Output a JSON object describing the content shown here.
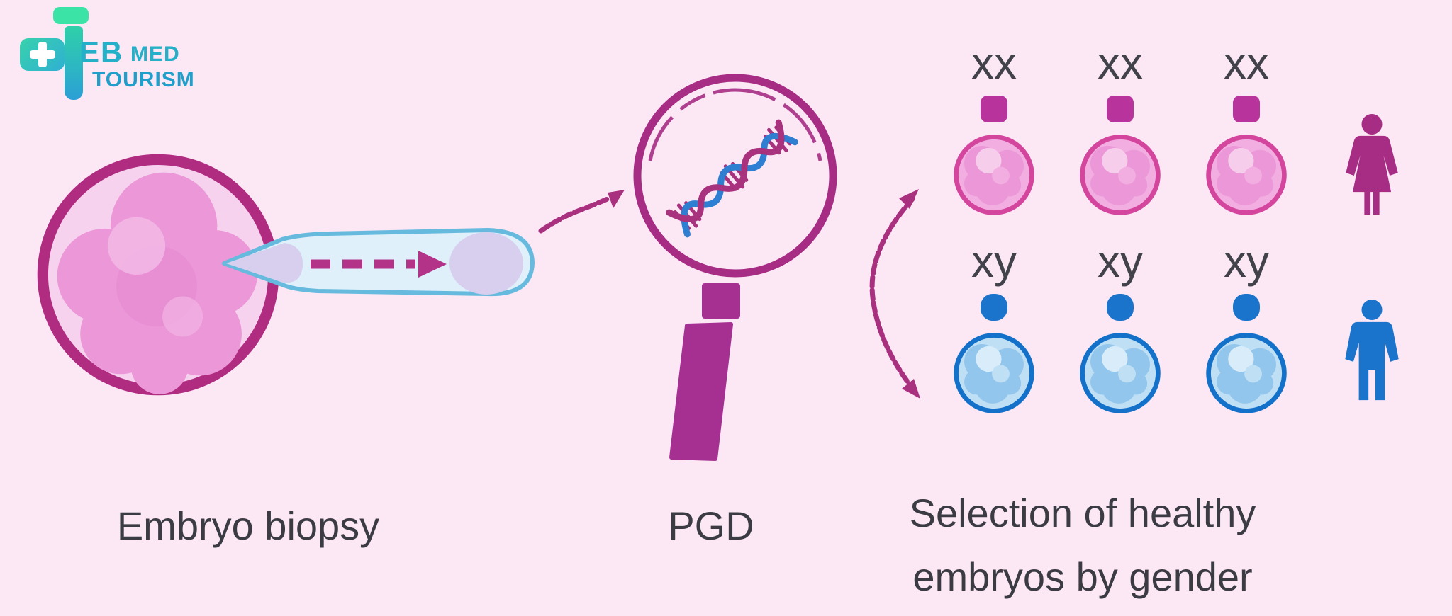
{
  "logo": {
    "eb": "EB",
    "med": "MED",
    "tourism": "TOURISM"
  },
  "captions": {
    "biopsy": "Embryo biopsy",
    "pgd": "PGD",
    "selection_line1": "Selection of healthy",
    "selection_line2": "embryos by gender"
  },
  "rows": {
    "female": {
      "chromosome": "xx",
      "embryo_count": 3
    },
    "male": {
      "chromosome": "xy",
      "embryo_count": 3
    }
  },
  "colors": {
    "background": "#fce7f5",
    "text": "#3b3b44",
    "magenta_outline": "#a62c84",
    "embryo_ring_large": "#b02c80",
    "pink_embryo_ring": "#d4459e",
    "pink_embryo_cell": "#eb97d8",
    "female_dot": "#b8339b",
    "female_figure": "#a62c84",
    "blue_embryo_ring": "#1371ca",
    "blue_embryo_cell": "#93c6ec",
    "male_dot": "#1b74cc",
    "male_figure": "#1b74cc",
    "dna_blue": "#2e7fd2",
    "dna_magenta": "#a8327e",
    "arrow_magenta": "#a8307e",
    "pipette_outline": "#66bade",
    "pipette_fill": "#dff0fb",
    "lavender": "#d7cfed",
    "logo_teal": "#23b0c8",
    "logo_mint": "#3ce3a7"
  }
}
